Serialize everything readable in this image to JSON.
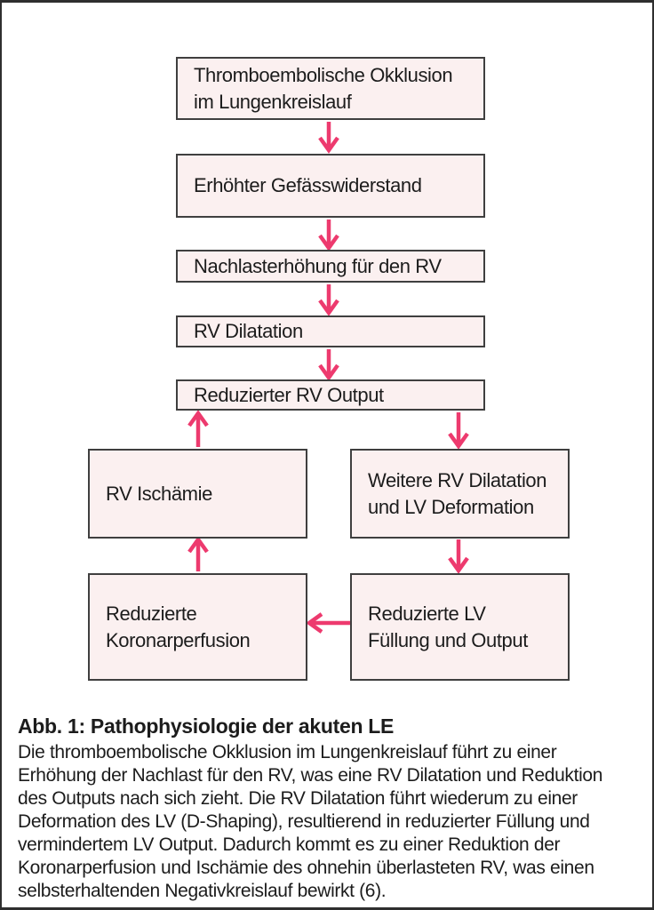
{
  "colors": {
    "arrow": "#ed3a6e",
    "box_fill": "#fbf0f0",
    "box_border": "#3f3f3f",
    "text": "#1c1c1c",
    "page_border": "#2f2f2f"
  },
  "flowchart": {
    "boxes": [
      {
        "id": "thromboembolische-okklusion",
        "label": "Thromboembolische Okklusion\nim Lungenkreislauf"
      },
      {
        "id": "erhoehter-gefaesswiderstand",
        "label": "Erhöhter Gefässwiderstand"
      },
      {
        "id": "nachlasterhoehung",
        "label": "Nachlasterhöhung für den RV"
      },
      {
        "id": "rv-dilatation",
        "label": "RV Dilatation"
      },
      {
        "id": "reduzierter-rv-output",
        "label": "Reduzierter RV Output"
      },
      {
        "id": "rv-ischaemie",
        "label": "RV Ischämie"
      },
      {
        "id": "weitere-rv-dilatation",
        "label": "Weitere RV Dilatation\nund LV Deformation"
      },
      {
        "id": "reduzierte-koronarperfusion",
        "label": "Reduzierte\nKoronarperfusion"
      },
      {
        "id": "reduzierte-lv-fuellung",
        "label": "Reduzierte LV\nFüllung und Output"
      }
    ]
  },
  "caption": {
    "title": "Abb. 1: Pathophysiologie der akuten LE",
    "body": "Die thromboembolische Okklusion im Lungenkreislauf führt zu einer\nErhöhung der Nachlast für den RV, was eine RV Dilatation und Reduktion\ndes Outputs nach sich zieht. Die RV Dilatation führt wiederum zu einer\nDeformation des LV (D-Shaping), resultierend in reduzierter Füllung und\nvermindertem LV Output. Dadurch kommt es zu einer Reduktion der\nKoronarperfusion und Ischämie des ohnehin überlasteten RV, was einen\nselbsterhaltenden Negativkreislauf bewirkt (6)."
  }
}
